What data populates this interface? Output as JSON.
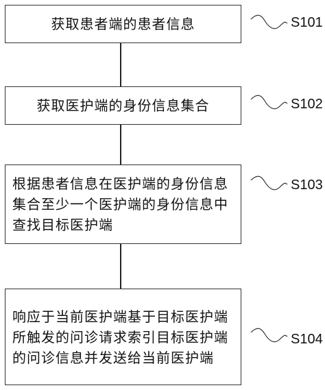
{
  "steps": [
    {
      "id": "S101",
      "text": "获取患者端的患者信息"
    },
    {
      "id": "S102",
      "text": "获取医护端的身份信息集合"
    },
    {
      "id": "S103",
      "text": "根据患者信息在医护端的身份信息集合至少一个医护端的身份信息中查找目标医护端"
    },
    {
      "id": "S104",
      "text": "响应于当前医护端基于目标医护端所触发的问诊请求索引目标医护端的问诊信息并发送给当前医护端"
    }
  ]
}
